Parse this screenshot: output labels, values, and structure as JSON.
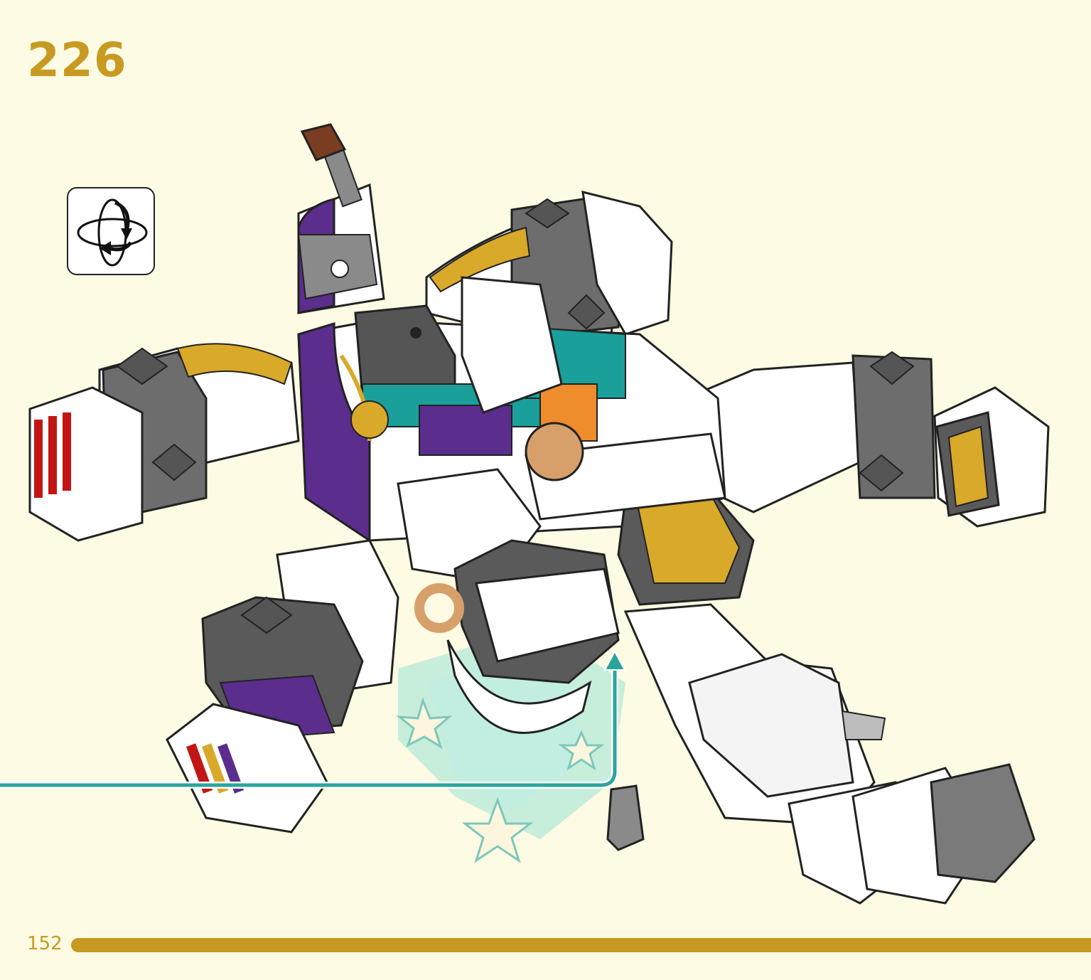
{
  "step": {
    "number": "226"
  },
  "page": {
    "number": "152"
  },
  "icons": {
    "rotate": "rotate-model-icon"
  },
  "colors": {
    "accent_gold": "#c89a22",
    "background": "#fdfbe3",
    "arrow_teal": "#2aa59a",
    "burst_teal": "#7fd8c8",
    "build_purple": "#5b2d8c",
    "build_dark_gray": "#6a6a6a",
    "build_white": "#ffffff"
  },
  "progress": {
    "fraction": 1.0
  }
}
